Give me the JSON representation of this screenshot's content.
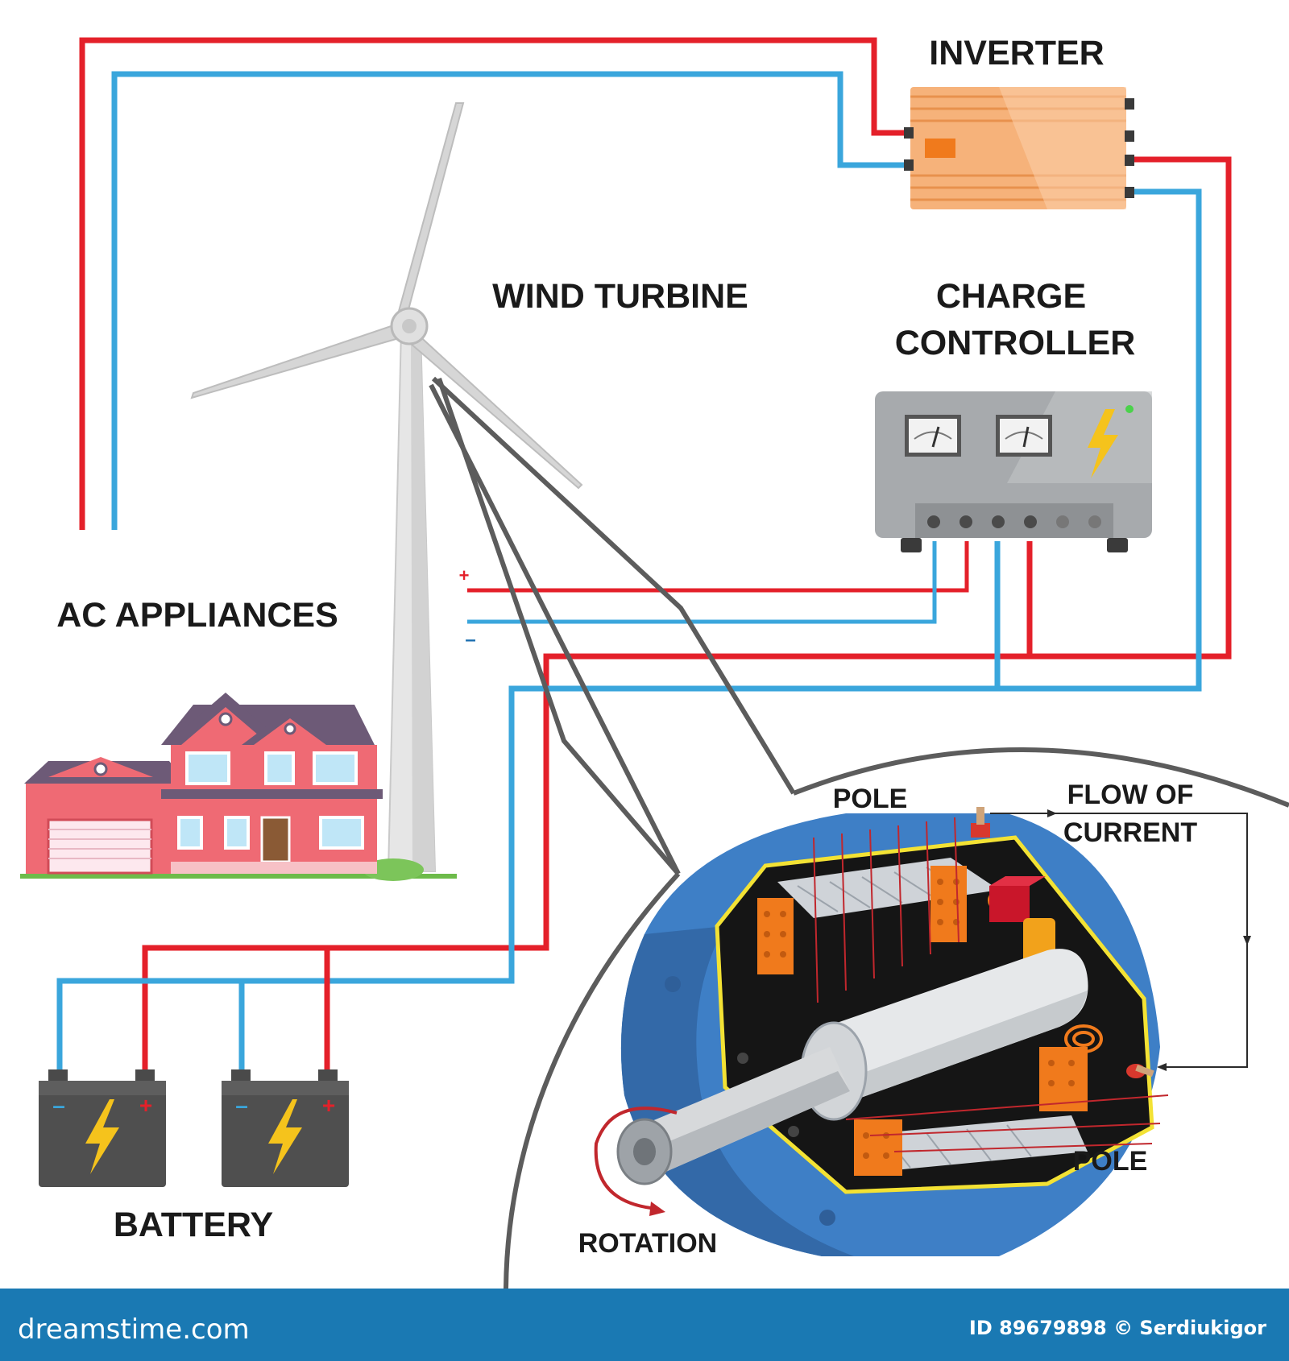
{
  "labels": {
    "inverter": "INVERTER",
    "wind_turbine": "WIND TURBINE",
    "charge_controller_line1": "CHARGE",
    "charge_controller_line2": "CONTROLLER",
    "ac_appliances": "AC APPLIANCES",
    "battery": "BATTERY",
    "pole_top": "POLE",
    "flow_line1": "FLOW OF",
    "flow_line2": "CURRENT",
    "pole_bottom": "POLE",
    "rotation": "ROTATION",
    "plus": "+",
    "minus": "–"
  },
  "footer": {
    "site": "dreamstime.com",
    "credit": "ID 89679898 © Serdiukigor"
  },
  "colors": {
    "positive_wire": "#e4202a",
    "negative_wire": "#3aa6dc",
    "generator_body": "#3e7fc6",
    "inverter": "#f6b27a",
    "controller": "#a7aaad",
    "footer_bar": "#1a79b3"
  }
}
